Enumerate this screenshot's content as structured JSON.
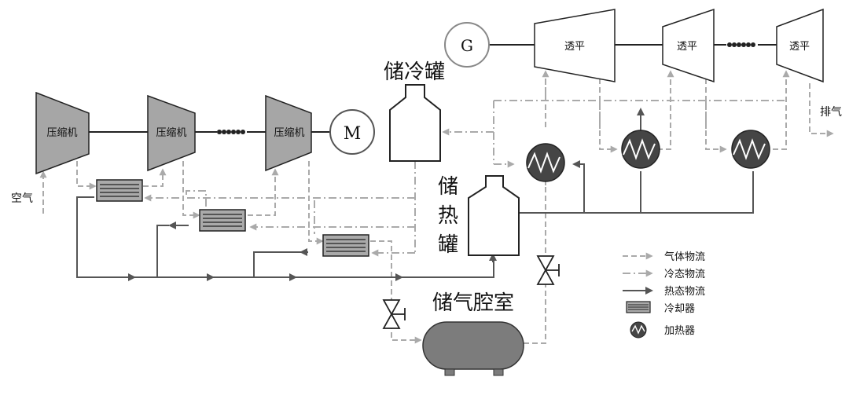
{
  "components": {
    "compressors": [
      "压缩机",
      "压缩机",
      "压缩机"
    ],
    "motor": "M",
    "generator": "G",
    "turbines": [
      "透平",
      "透平",
      "透平"
    ],
    "cold_tank": "储冷罐",
    "heat_tank": [
      "储",
      "热",
      "罐"
    ],
    "air_chamber": "储气腔室"
  },
  "io": {
    "air_in": "空气",
    "exhaust": "排气"
  },
  "legend": {
    "gas_flow": "气体物流",
    "cold_flow": "冷态物流",
    "hot_flow": "热态物流",
    "cooler": "冷却器",
    "heater": "加热器"
  },
  "colors": {
    "shell": "#a6a6a6",
    "gas_line": "#aaaaaa",
    "hot_line": "#555555",
    "heater": "#454545",
    "chamber": "#7c7c7c"
  }
}
